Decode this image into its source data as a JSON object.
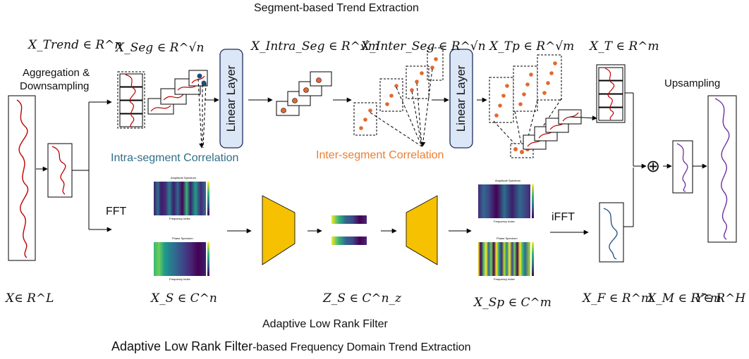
{
  "titles": {
    "top": "Segment-based Trend Extraction",
    "middle": "Adaptive Low Rank Filter",
    "bottom_main": "Adaptive Low Rank Filter",
    "bottom_rest": "-based Frequency Domain Trend Extraction"
  },
  "labels": {
    "aggregation": "Aggregation &",
    "downsampling": "Downsampling",
    "linear_layer_1": "Linear Layer",
    "linear_layer_2": "Linear Layer",
    "intra_corr": "Intra-segment Correlation",
    "inter_corr": "Inter-segment Correlation",
    "fft": "FFT",
    "ifft": "iFFT",
    "upsampling": "Upsampling",
    "plus": "⊕",
    "amplitude_spectrum": "Amplitude Spectrum",
    "phase_spectrum": "Phase Spectrum",
    "frequency_index": "Frequency Index"
  },
  "math": {
    "x_trend": "X_Trend ∈ R^n",
    "x_seg": "X_Seg ∈ R^√n",
    "x_intra": "X_Intra_Seg ∈ R^√m",
    "x_inter": "X_Inter_Seg ∈ R^√n",
    "x_tp": "X_Tp ∈ R^√m",
    "x_t": "X_T ∈ R^m",
    "x": "X∈ R^L",
    "x_s": "X_S ∈ C^n",
    "z_s": "Z_S ∈ C^n_z",
    "x_sp": "X_Sp ∈ C^m",
    "x_f": "X_F ∈ R^m",
    "x_m": "X_M ∈ R^m",
    "y": "Y∈ R^H"
  },
  "colors": {
    "intra_corr": "#2f6f87",
    "inter_corr": "#ed7d31",
    "linear_layer_fill": "#dbe6f6",
    "linear_layer_stroke": "#1f2e5a",
    "trapezoid": "#f5c100",
    "red_curve": "#c00000",
    "blue_curve": "#1f4e79",
    "purple_curve": "#7030a0",
    "point_fill": "#e2682f"
  }
}
